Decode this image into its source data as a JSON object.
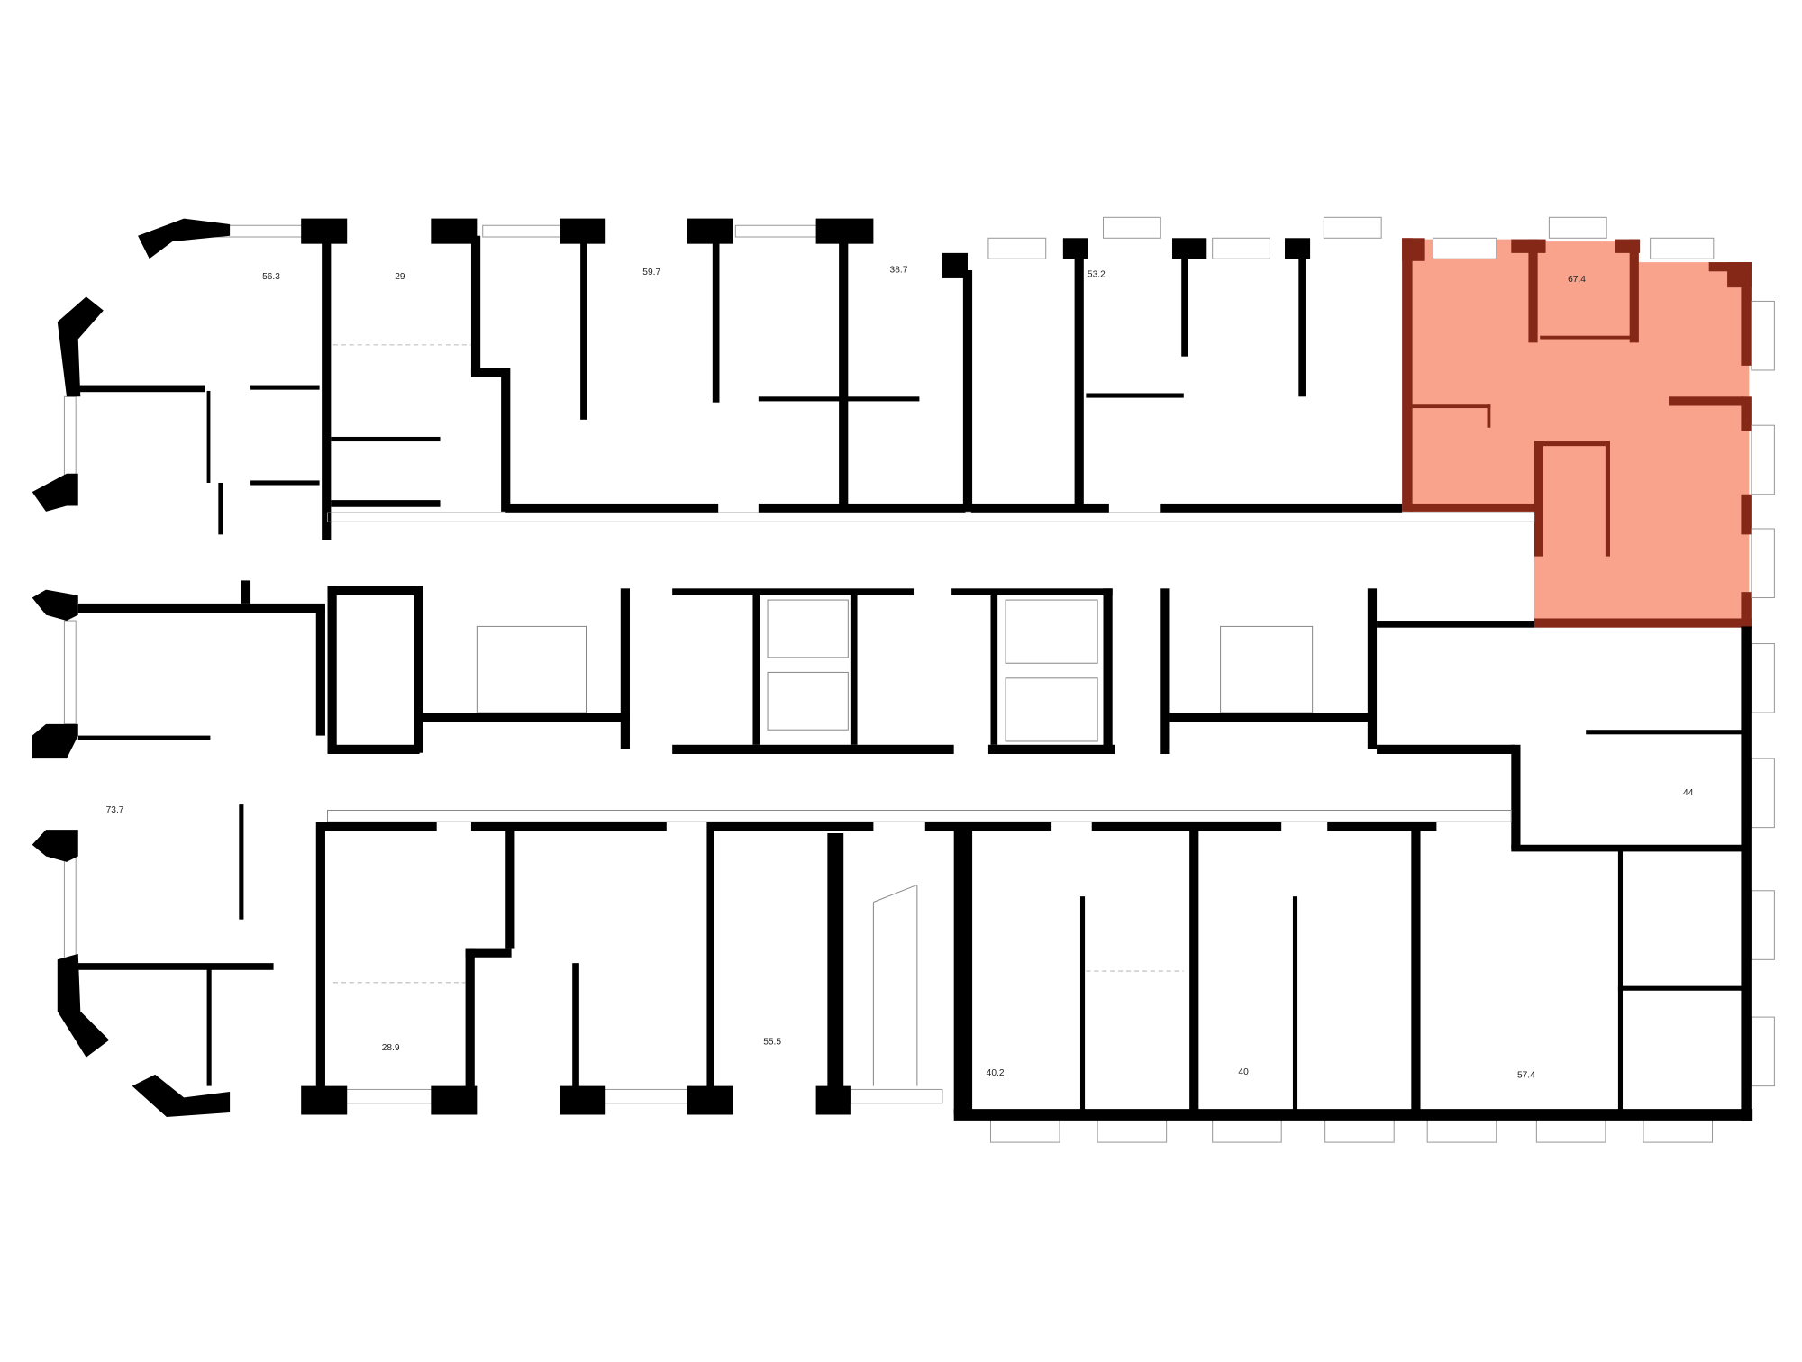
{
  "title": "Floor plan",
  "highlighted_unit": {
    "area": "67.4",
    "fill_color": "#f9a38c",
    "wall_color": "#862817"
  },
  "units": [
    {
      "id": "u1",
      "area": "56.3"
    },
    {
      "id": "u2",
      "area": "29"
    },
    {
      "id": "u3",
      "area": "59.7"
    },
    {
      "id": "u4",
      "area": "38.7"
    },
    {
      "id": "u5",
      "area": "53.2"
    },
    {
      "id": "u6",
      "area": "67.4"
    },
    {
      "id": "u7",
      "area": "44"
    },
    {
      "id": "u8",
      "area": "73.7"
    },
    {
      "id": "u9",
      "area": "28.9"
    },
    {
      "id": "u10",
      "area": "55.5"
    },
    {
      "id": "u11",
      "area": "40.2"
    },
    {
      "id": "u12",
      "area": "40"
    },
    {
      "id": "u13",
      "area": "57.4"
    }
  ]
}
